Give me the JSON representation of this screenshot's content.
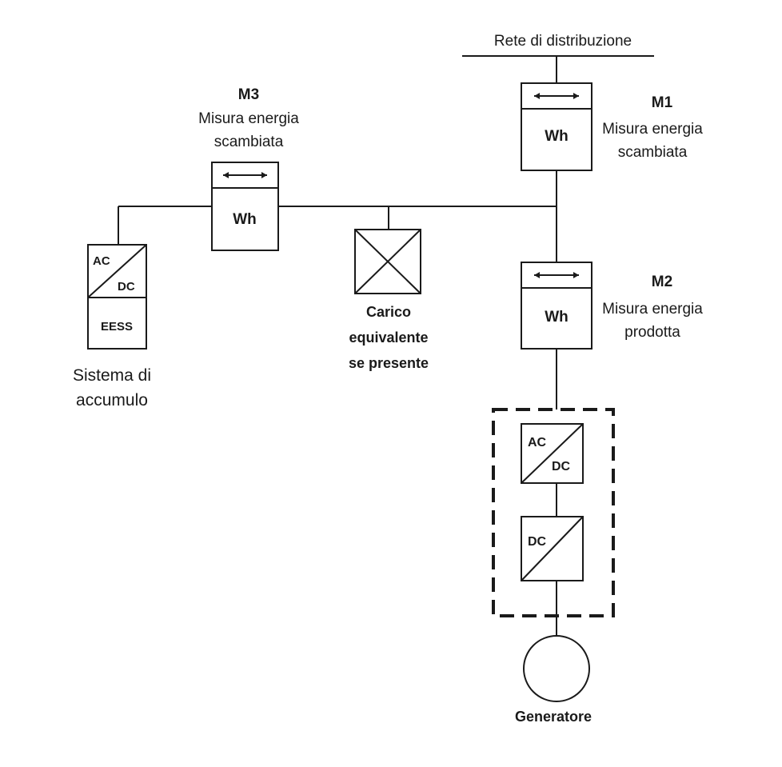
{
  "grid": {
    "label": "Rete di distribuzione"
  },
  "meters": {
    "m1": {
      "code": "M1",
      "line1": "Misura energia",
      "line2": "scambiata",
      "unit": "Wh"
    },
    "m2": {
      "code": "M2",
      "line1": "Misura energia",
      "line2": "prodotta",
      "unit": "Wh"
    },
    "m3": {
      "code": "M3",
      "line1": "Misura energia",
      "line2": "scambiata",
      "unit": "Wh"
    }
  },
  "load": {
    "line1": "Carico",
    "line2": "equivalente",
    "line3": "se presente"
  },
  "storage": {
    "ac": "AC",
    "dc": "DC",
    "box": "EESS",
    "line1": "Sistema di",
    "line2": "accumulo"
  },
  "inverter": {
    "acdc_ac": "AC",
    "acdc_dc": "DC",
    "dcdc_dc": "DC"
  },
  "generator": {
    "label": "Generatore"
  },
  "colors": {
    "stroke": "#1a1a1a",
    "background": "#ffffff"
  }
}
